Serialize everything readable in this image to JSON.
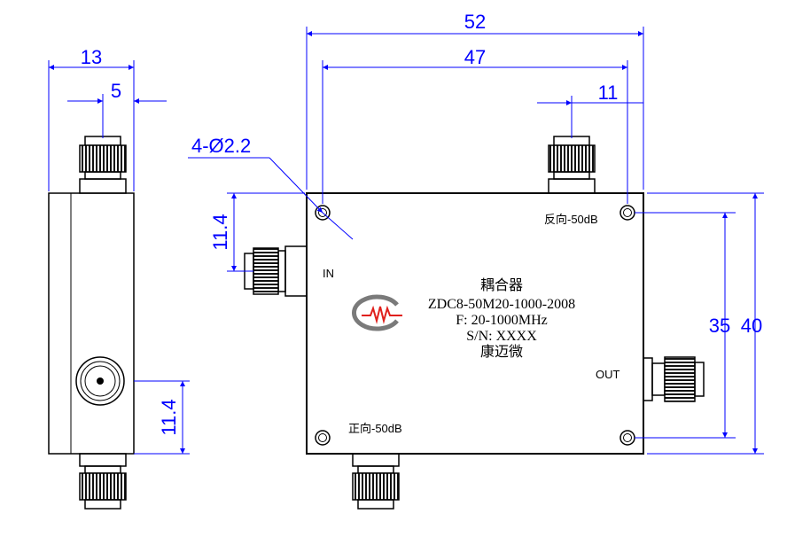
{
  "dimensions": {
    "side_width": "13",
    "side_conn": "5",
    "total_length": "52",
    "hole_spacing": "47",
    "right_conn_offset": "11",
    "hole_callout": "4-Ø2.2",
    "in_height": "11.4",
    "side_height": "11.4",
    "hole_vspacing": "35",
    "total_height": "40"
  },
  "ports": {
    "in": "IN",
    "out": "OUT",
    "reverse": "反向-50dB",
    "forward": "正向-50dB"
  },
  "nameplate": {
    "name": "耦合器",
    "model": "ZDC8-50M20-1000-2008",
    "freq": "F: 20-1000MHz",
    "serial": "S/N: XXXX",
    "maker": "康迈微"
  },
  "colors": {
    "dimension": "#0000ff",
    "outline": "#000000",
    "logo_red": "#e0201c",
    "logo_gray": "#7a7a7a"
  }
}
